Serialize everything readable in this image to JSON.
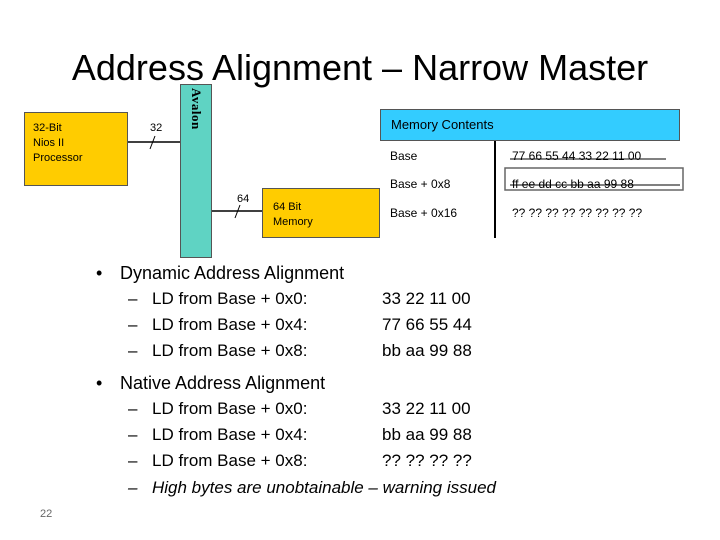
{
  "title": "Address Alignment – Narrow Master",
  "diagram": {
    "processor_label": [
      "32-Bit",
      "Nios II",
      "Processor"
    ],
    "avalon_label": "Avalon",
    "bus_width_processor": "32",
    "bus_width_memory": "64",
    "memory_label": [
      "64 Bit",
      "Memory"
    ]
  },
  "memory_contents": {
    "header": "Memory Contents",
    "rows": [
      {
        "address": "Base",
        "data": "77 66 55 44 33 22 11 00"
      },
      {
        "address": "Base + 0x8",
        "data": "ff  ee  dd  cc  bb  aa  99  88"
      },
      {
        "address": "Base + 0x16",
        "data": "?? ?? ?? ?? ?? ?? ?? ??"
      }
    ]
  },
  "dynamic": {
    "heading": "Dynamic Address Alignment",
    "items": [
      {
        "label": "LD from Base + 0x0:",
        "value": "33 22 11 00"
      },
      {
        "label": "LD from Base + 0x4:",
        "value": "77 66 55 44"
      },
      {
        "label": "LD from Base + 0x8:",
        "value": "bb aa 99 88"
      }
    ]
  },
  "native": {
    "heading": "Native Address Alignment",
    "items": [
      {
        "label": "LD from Base + 0x0:",
        "value": "33 22 11 00"
      },
      {
        "label": "LD from Base + 0x4:",
        "value": "bb aa 99 88"
      },
      {
        "label": "LD from Base + 0x8:",
        "value": "?? ?? ?? ??"
      }
    ],
    "note": "High bytes are unobtainable – warning issued"
  },
  "page_number": "22"
}
